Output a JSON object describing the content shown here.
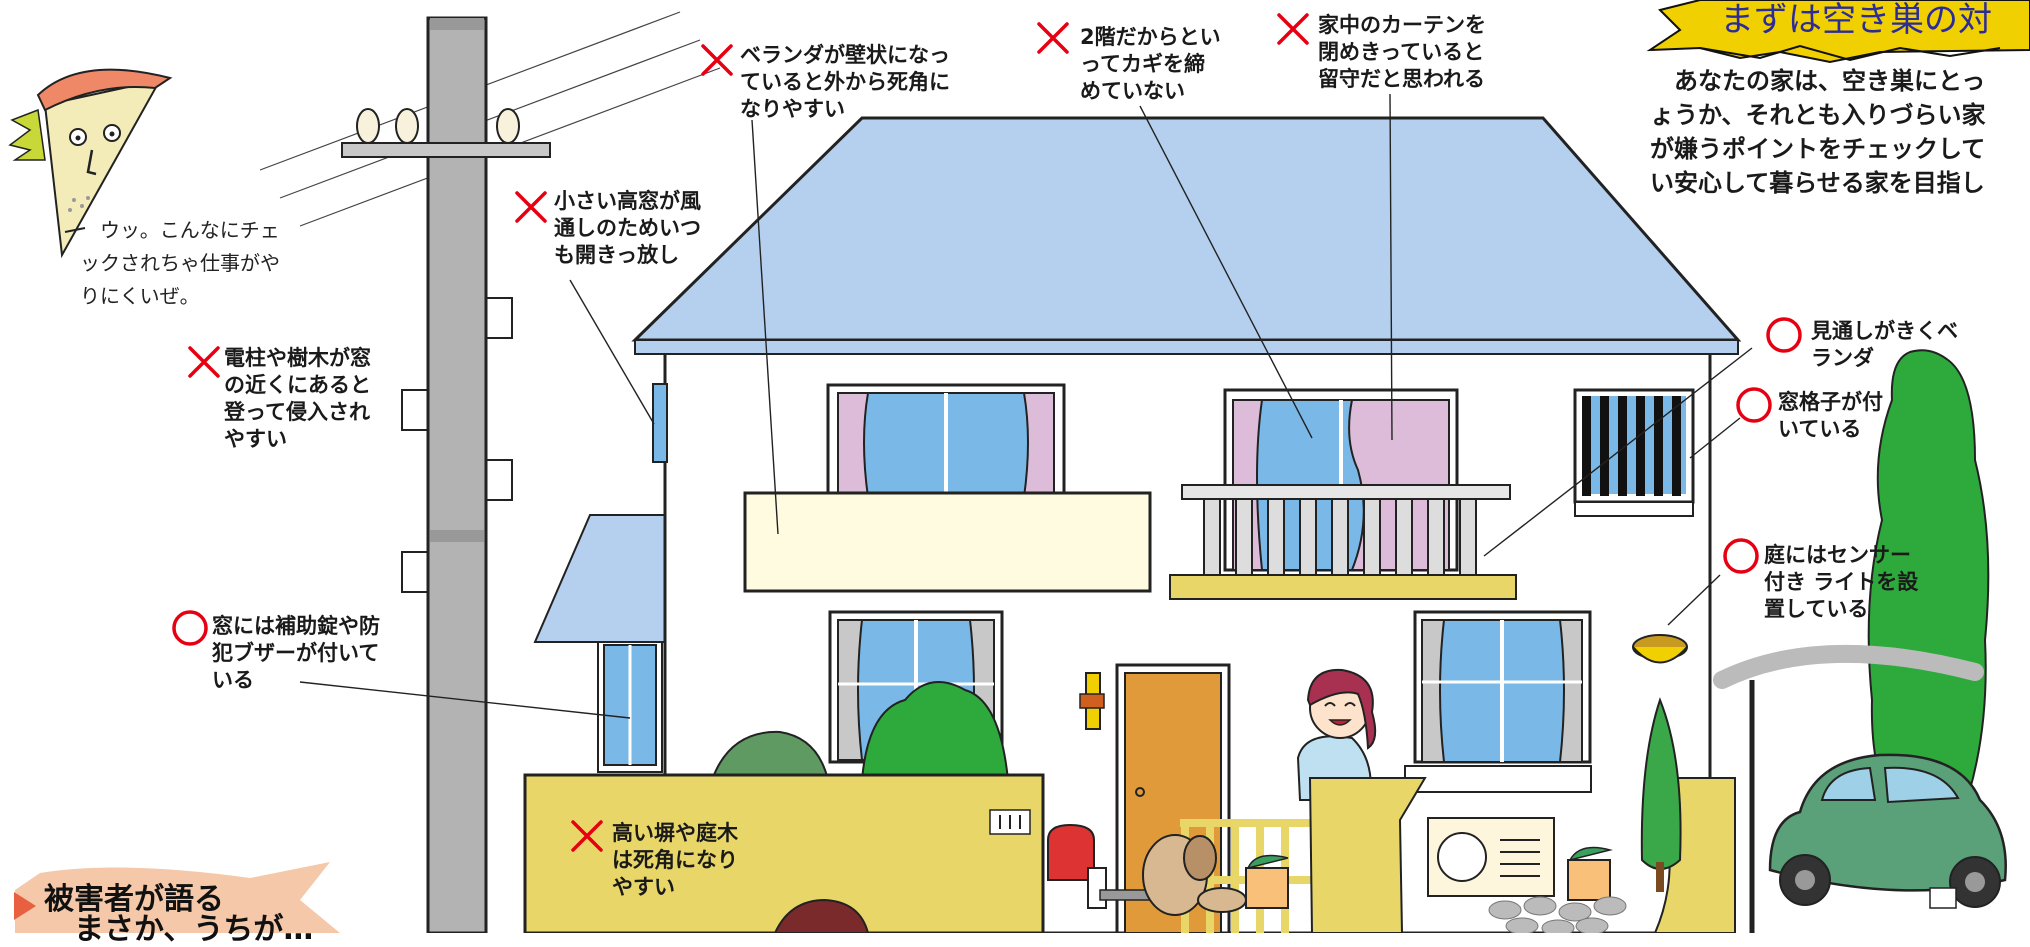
{
  "banner": {
    "title": "まずは空き巣の対"
  },
  "intro": {
    "text": "　あなたの家は、空き巣にとっ\nょうか、それとも入りづらい家\nが嫌うポイントをチェックして\nい安心して暮らせる家を目指し"
  },
  "thief": {
    "speech": "　ウッ。こんなにチェ\nックされちゃ仕事がや\nりにくいぜ。"
  },
  "labels": {
    "pole": "電柱や樹木が窓\nの近くにあると\n登って侵入され\nやすい",
    "veranda_wall": "ベランダが壁状になっ\nていると外から死角に\nなりやすい",
    "small_window": "小さい高窓が風\n通しのためいつ\nも開きっ放し",
    "second_floor": "2階だからとい\nってカギを締\nめていない",
    "curtain": "家中のカーテンを\n閉めきっていると\n留守だと思われる",
    "aux_lock": "窓には補助錠や防\n犯ブザーが付いて\nいる",
    "open_veranda": "見通しがきくベ\nランダ",
    "window_grille": "窓格子が付\nいている",
    "sensor_light": "庭にはセンサー\n付き ライトを設\n置している",
    "high_wall": "高い塀や庭木\nは死角になり\nやすい"
  },
  "bottom": {
    "title": "被害者が語る\n　まさか、うちが…"
  },
  "colors": {
    "roof": "#b4d0ee",
    "wall_yellow": "#e8d768",
    "pole_gray": "#b3b3b3",
    "curtain_pink": "#dcbcd8",
    "glass_blue": "#7ab8e8",
    "tree_green": "#2eaa3c",
    "cross_red": "#e60012",
    "banner_yellow": "#f0d000"
  }
}
